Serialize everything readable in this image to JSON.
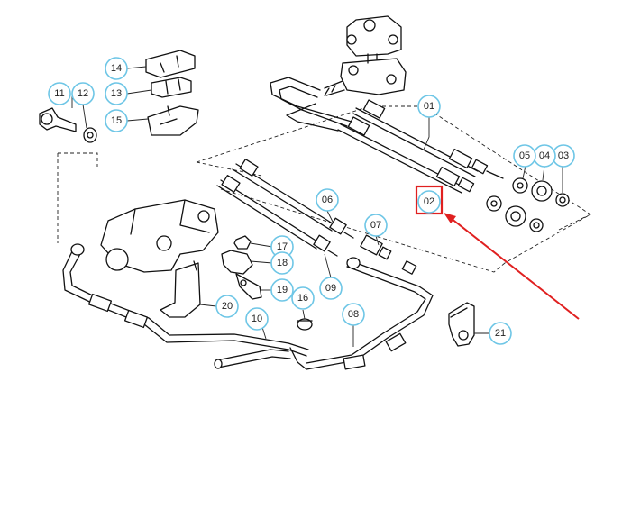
{
  "diagram": {
    "callouts": [
      {
        "id": "c01",
        "label": "01"
      },
      {
        "id": "c02",
        "label": "02"
      },
      {
        "id": "c03",
        "label": "03"
      },
      {
        "id": "c04",
        "label": "04"
      },
      {
        "id": "c05",
        "label": "05"
      },
      {
        "id": "c06",
        "label": "06"
      },
      {
        "id": "c07",
        "label": "07"
      },
      {
        "id": "c08",
        "label": "08"
      },
      {
        "id": "c09",
        "label": "09"
      },
      {
        "id": "c10",
        "label": "10"
      },
      {
        "id": "c11",
        "label": "11"
      },
      {
        "id": "c12",
        "label": "12"
      },
      {
        "id": "c13",
        "label": "13"
      },
      {
        "id": "c14",
        "label": "14"
      },
      {
        "id": "c15",
        "label": "15"
      },
      {
        "id": "c16",
        "label": "16"
      },
      {
        "id": "c17",
        "label": "17"
      },
      {
        "id": "c18",
        "label": "18"
      },
      {
        "id": "c19",
        "label": "19"
      },
      {
        "id": "c20",
        "label": "20"
      },
      {
        "id": "c21",
        "label": "21"
      }
    ],
    "highlight": {
      "label": "02",
      "color": "#e02020"
    },
    "callout_stroke_color": "#6ec6e6"
  }
}
